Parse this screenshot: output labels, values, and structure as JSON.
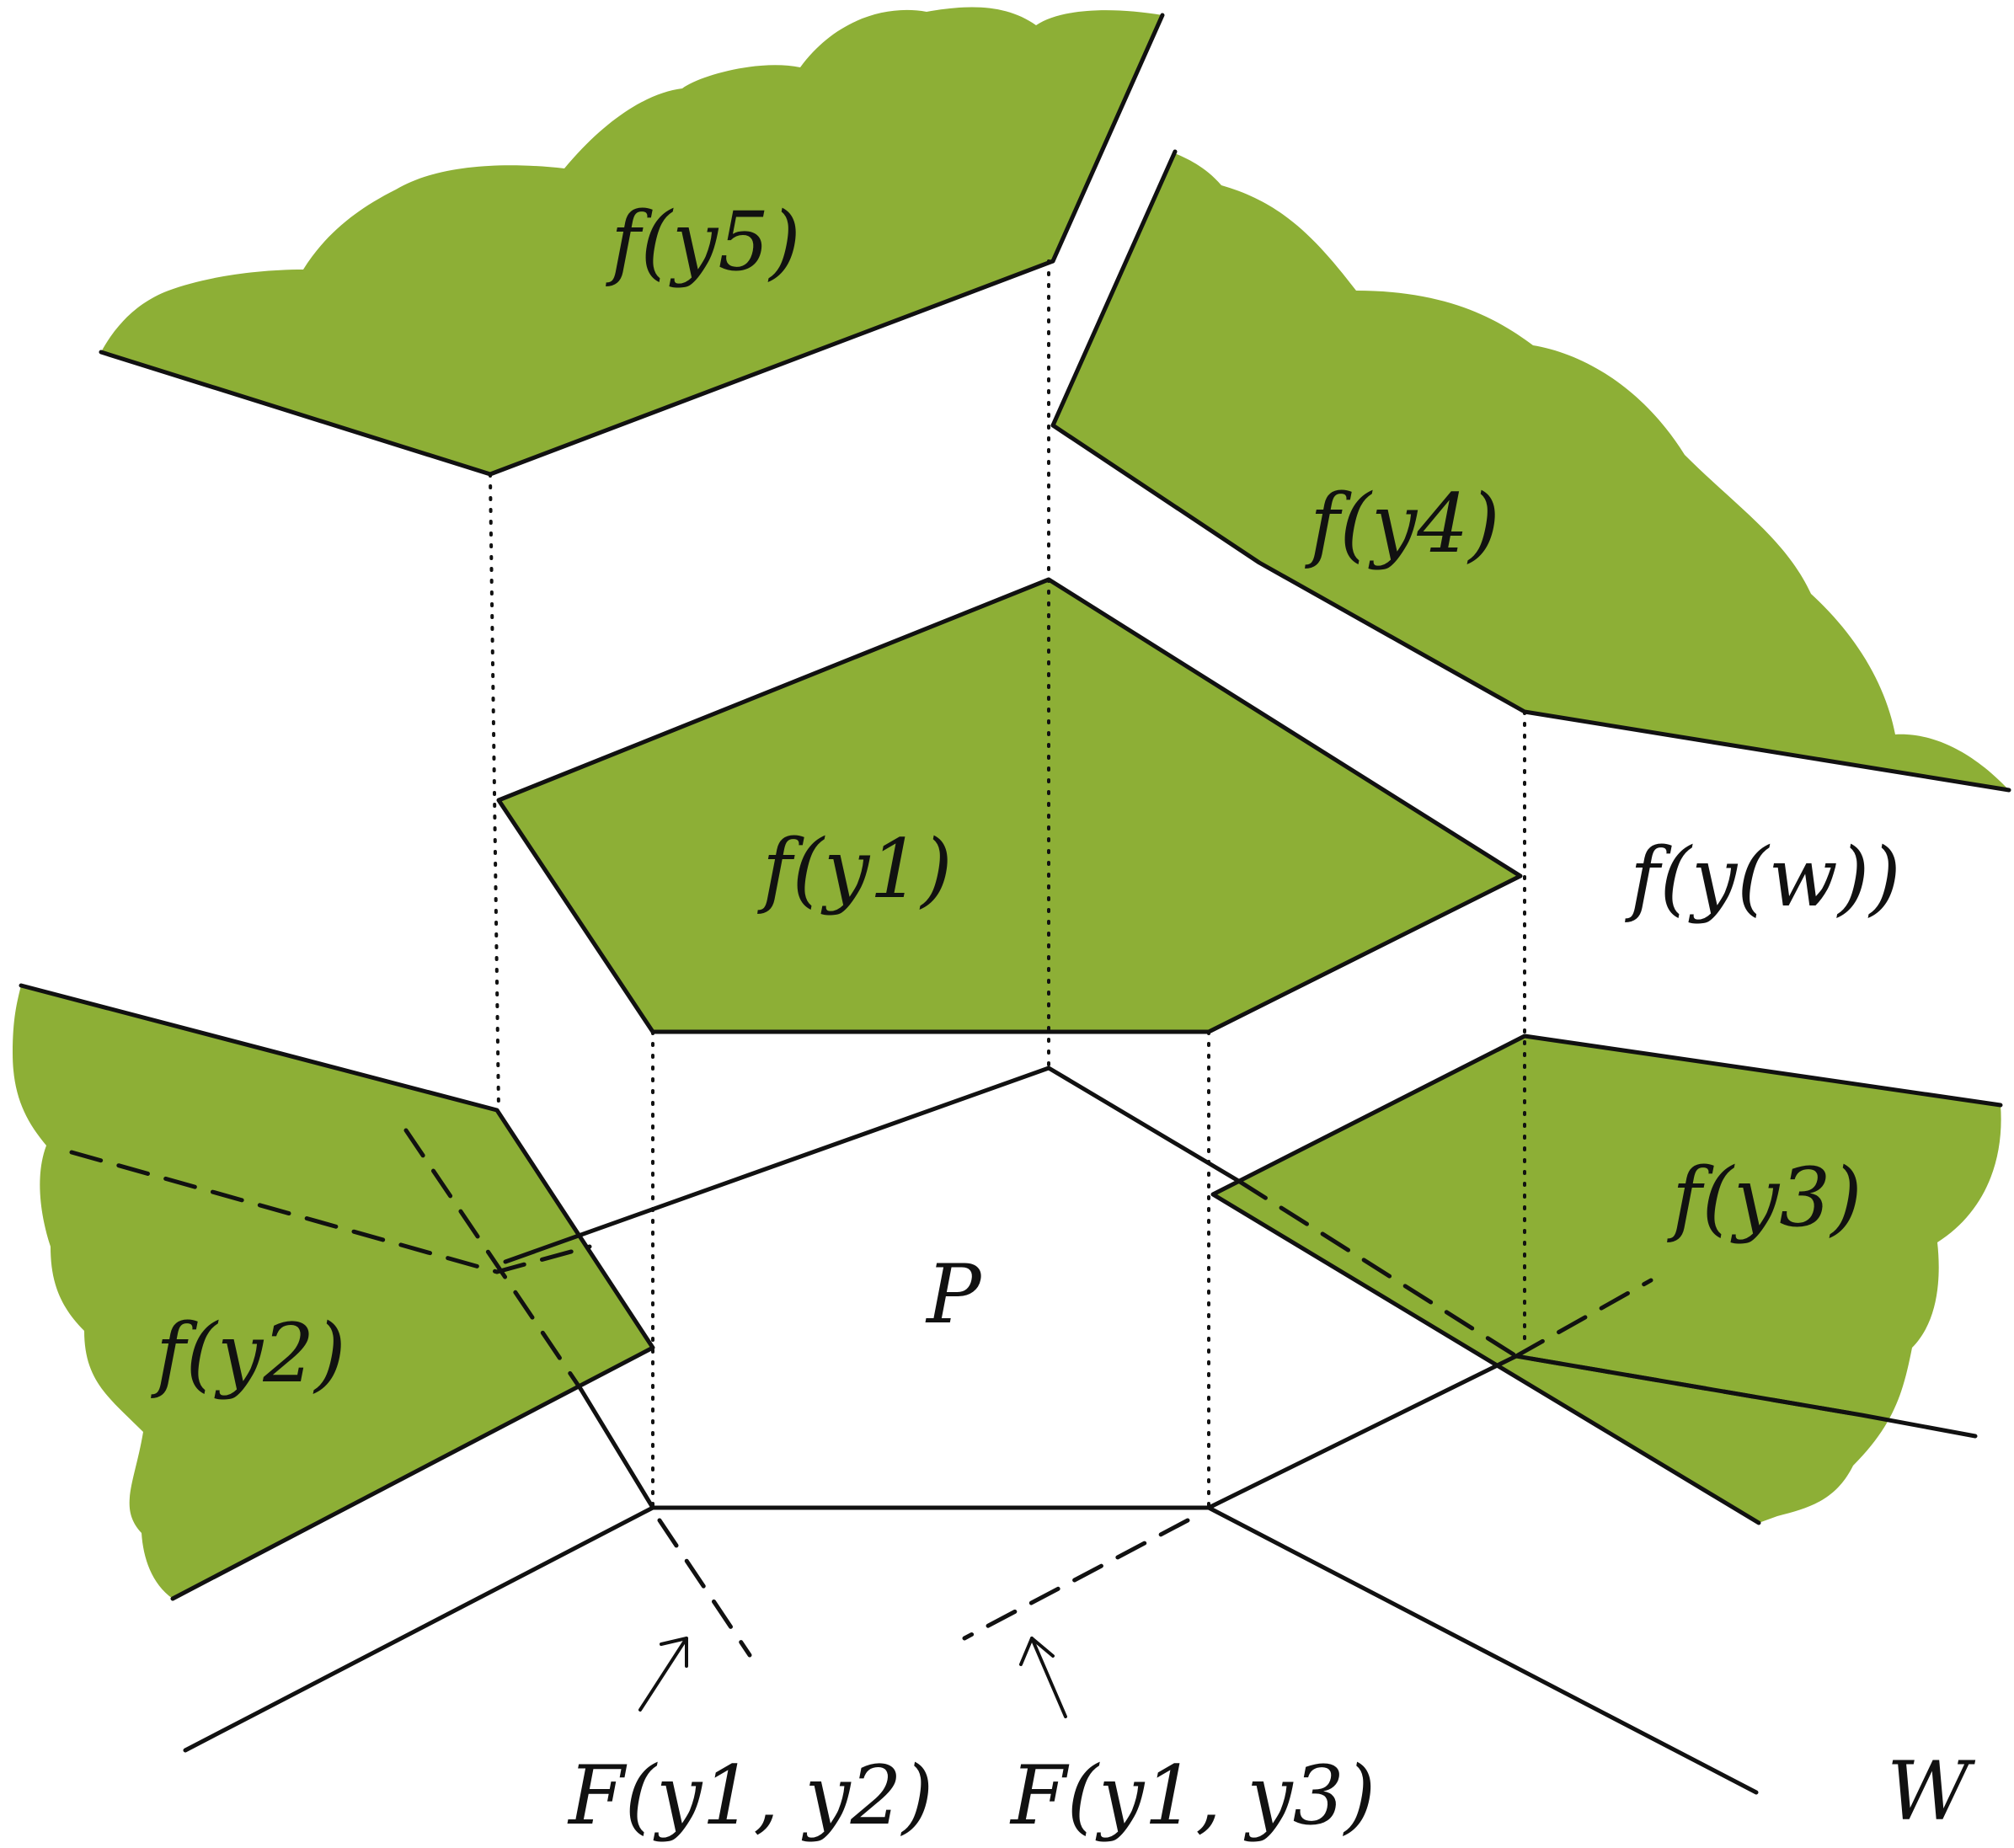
{
  "diagram": {
    "colors": {
      "region_fill": "#8daf36",
      "line": "#111111",
      "background": "#ffffff"
    },
    "labels": {
      "f_y5": "f(y5)",
      "f_y4": "f(y4)",
      "f_y1": "f(y1)",
      "f_yw": "f(y(w))",
      "f_y2": "f(y2)",
      "f_y3": "f(y3)",
      "P": "P",
      "F_y1_y2": "F(y1, y2)",
      "F_y1_y3": "F(y1, y3)",
      "W": "W"
    }
  }
}
